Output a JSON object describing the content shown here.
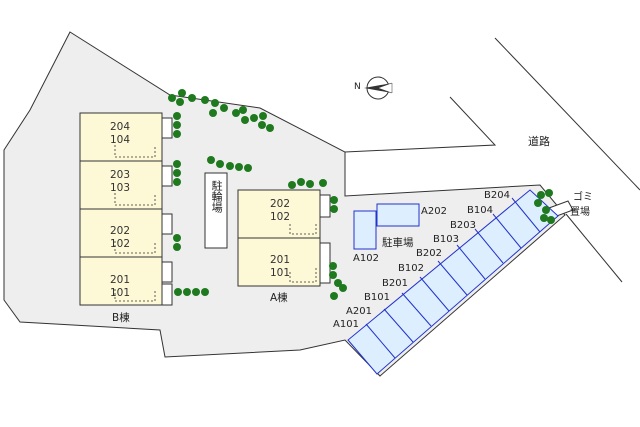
{
  "compass": {
    "north": "N"
  },
  "road": {
    "label": "道路"
  },
  "building_b": {
    "label": "B棟",
    "units": [
      {
        "upper": "204",
        "lower": "104"
      },
      {
        "upper": "203",
        "lower": "103"
      },
      {
        "upper": "202",
        "lower": "102"
      },
      {
        "upper": "201",
        "lower": "101"
      }
    ]
  },
  "building_a": {
    "label": "A棟",
    "units": [
      {
        "upper": "202",
        "lower": "102"
      },
      {
        "upper": "201",
        "lower": "101"
      }
    ]
  },
  "bicycle_parking": {
    "label": "駐輪場"
  },
  "garbage": {
    "label_line1": "ゴミ",
    "label_line2": "置場"
  },
  "parking": {
    "label": "駐車場",
    "separate_spaces": [
      "A102",
      "A202"
    ],
    "row_spaces": [
      "A101",
      "A201",
      "B101",
      "B201",
      "B102",
      "B202",
      "B103",
      "B203",
      "B104",
      "B204"
    ]
  },
  "colors": {
    "ground": "#eeeeee",
    "outline": "#333333",
    "building_fill": "#fdf8d6",
    "parking_fill": "#ddeeff",
    "parking_stroke": "#2233cc",
    "tree": "#1f7a1f"
  }
}
